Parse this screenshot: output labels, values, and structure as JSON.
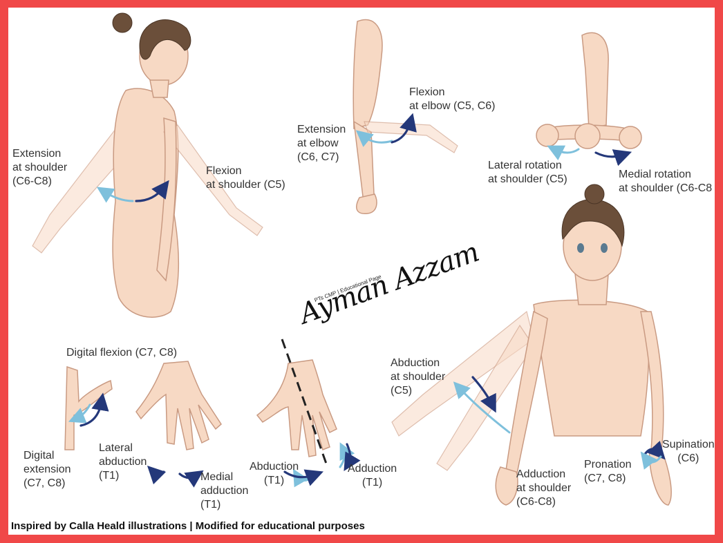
{
  "labels": {
    "ext_shoulder": "Extension\nat shoulder\n(C6-C8)",
    "flex_shoulder": "Flexion\nat shoulder (C5)",
    "ext_elbow": "Extension\nat elbow\n(C6, C7)",
    "flex_elbow": "Flexion\nat elbow (C5, C6)",
    "lat_rot": "Lateral rotation\nat shoulder (C5)",
    "med_rot": "Medial rotation\nat shoulder (C6-C8",
    "digital_flexion": "Digital flexion (C7, C8)",
    "digital_extension": "Digital\nextension\n(C7, C8)",
    "lateral_abduction": "Lateral\nabduction\n(T1)",
    "medial_adduction": "Medial\nadduction\n(T1)",
    "abduction_t1": "Abduction\n(T1)",
    "adduction_t1": "Adduction\n(T1)",
    "abd_shoulder": "Abduction\nat shoulder\n(C5)",
    "add_shoulder": "Adduction\nat shoulder\n(C6-C8)",
    "pronation": "Pronation\n(C7, C8)",
    "supination": "Supination\n(C6)"
  },
  "signature": {
    "name": "Ayman Azzam",
    "subtitle": "PTs CMP | Educational Page"
  },
  "footer": "Inspired by Calla Heald illustrations | Modified for educational purposes",
  "colors": {
    "frame": "#f04848",
    "skin": "#f7d9c4",
    "arrow_light": "#7ec0dc",
    "arrow_dark": "#24387a"
  }
}
